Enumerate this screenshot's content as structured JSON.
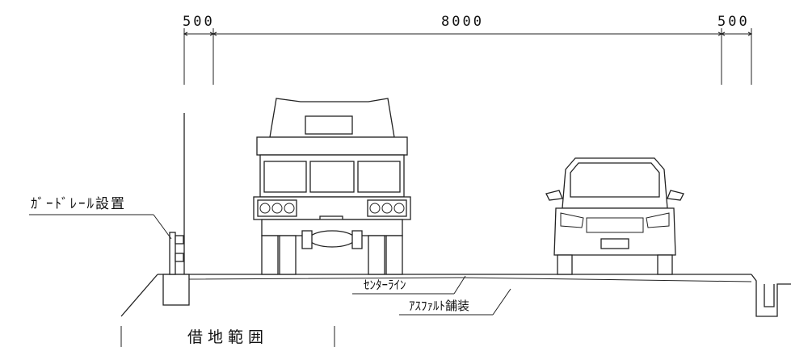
{
  "dimensions": {
    "left_shoulder": "500",
    "carriageway": "8000",
    "right_shoulder": "500"
  },
  "labels": {
    "guardrail": "ｶﾞｰﾄﾞﾚｰﾙ設置",
    "center_line": "ｾﾝﾀｰﾗｲﾝ",
    "asphalt": "ｱｽﾌｧﾙﾄ舗装",
    "leased_land": "借地範囲"
  }
}
